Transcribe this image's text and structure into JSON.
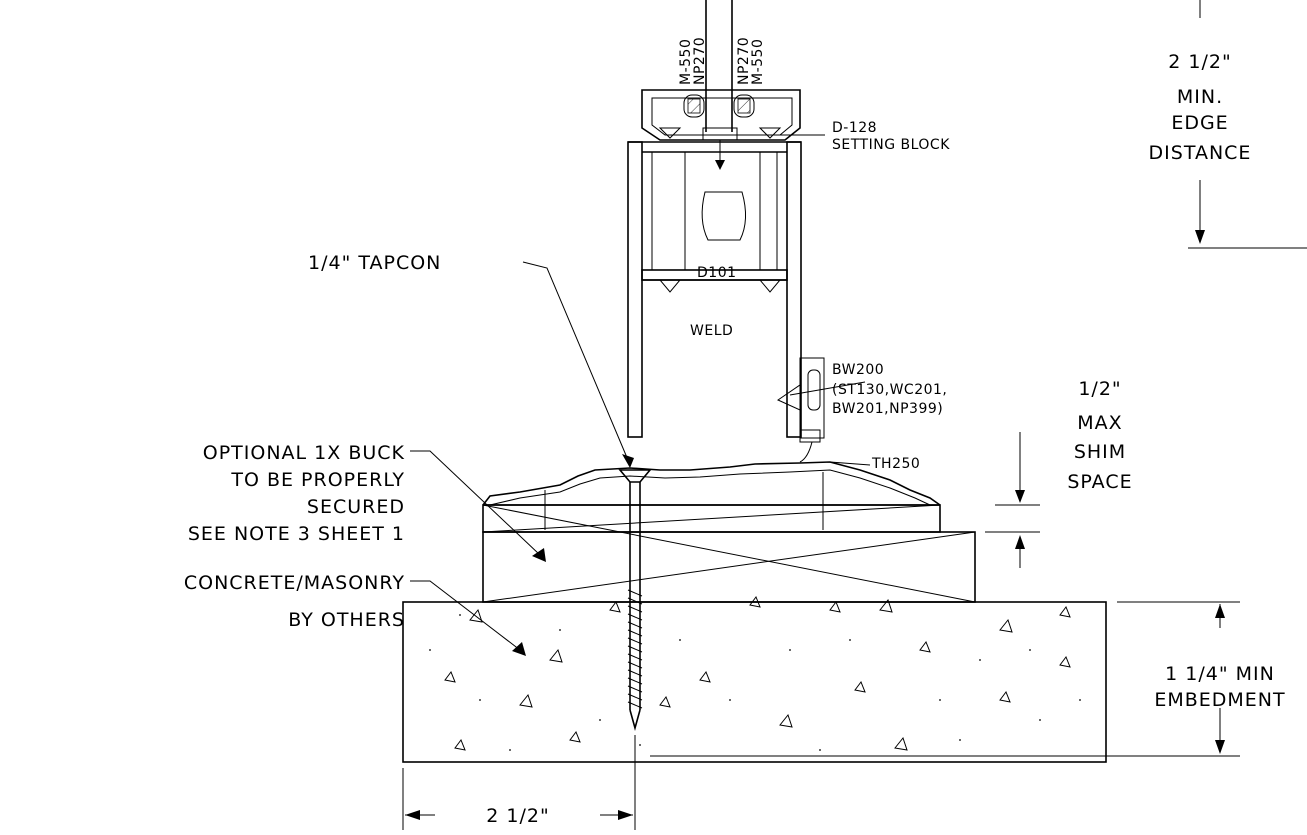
{
  "labels": {
    "gasket_left_1": "M-550",
    "gasket_left_2": "NP270",
    "gasket_right_1": "NP270",
    "gasket_right_2": "M-550",
    "setting_block_1": "D-128",
    "setting_block_2": "SETTING BLOCK",
    "edge_dist_1": "2 1/2\"",
    "edge_dist_2": "MIN.",
    "edge_dist_3": "EDGE",
    "edge_dist_4": "DISTANCE",
    "tapcon": "1/4\" TAPCON",
    "frame_part": "D101",
    "weld": "WELD",
    "bw_1": "BW200",
    "bw_2": "(ST130,WC201,",
    "bw_3": "BW201,NP399)",
    "shim_1": "1/2\"",
    "shim_2": "MAX",
    "shim_3": "SHIM",
    "shim_4": "SPACE",
    "buck_1": "OPTIONAL 1X BUCK",
    "buck_2": "TO BE PROPERLY",
    "buck_3": "SECURED",
    "buck_4": "SEE NOTE 3 SHEET 1",
    "threshold": "TH250",
    "concrete_1": "CONCRETE/MASONRY",
    "concrete_2": "BY OTHERS",
    "embed_1": "1 1/4\" MIN",
    "embed_2": "EMBEDMENT",
    "bottom_dim": "2 1/2\""
  }
}
